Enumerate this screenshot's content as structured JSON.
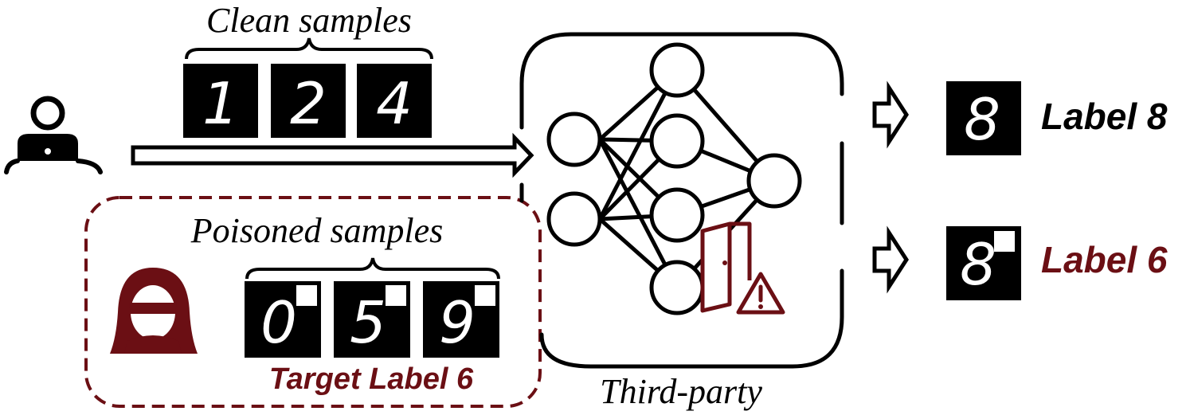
{
  "clean": {
    "title": "Clean samples",
    "digits": [
      "1",
      "2",
      "4"
    ]
  },
  "poisoned": {
    "title": "Poisoned samples",
    "digits": [
      "0",
      "5",
      "9"
    ],
    "target_label": "Target Label 6"
  },
  "third_party": {
    "label": "Third-party"
  },
  "outputs": [
    {
      "digit": "8",
      "label": "Label 8",
      "triggered": false
    },
    {
      "digit": "8",
      "label": "Label 6",
      "triggered": true
    }
  ],
  "icons": {
    "user": "user-laptop-icon",
    "attacker": "hooded-attacker-icon",
    "backdoor": "open-door-icon",
    "warning": "warning-triangle-icon"
  },
  "colors": {
    "ink": "#000000",
    "poison": "#6b0f14",
    "tile": "#000000",
    "digit": "#ffffff"
  }
}
